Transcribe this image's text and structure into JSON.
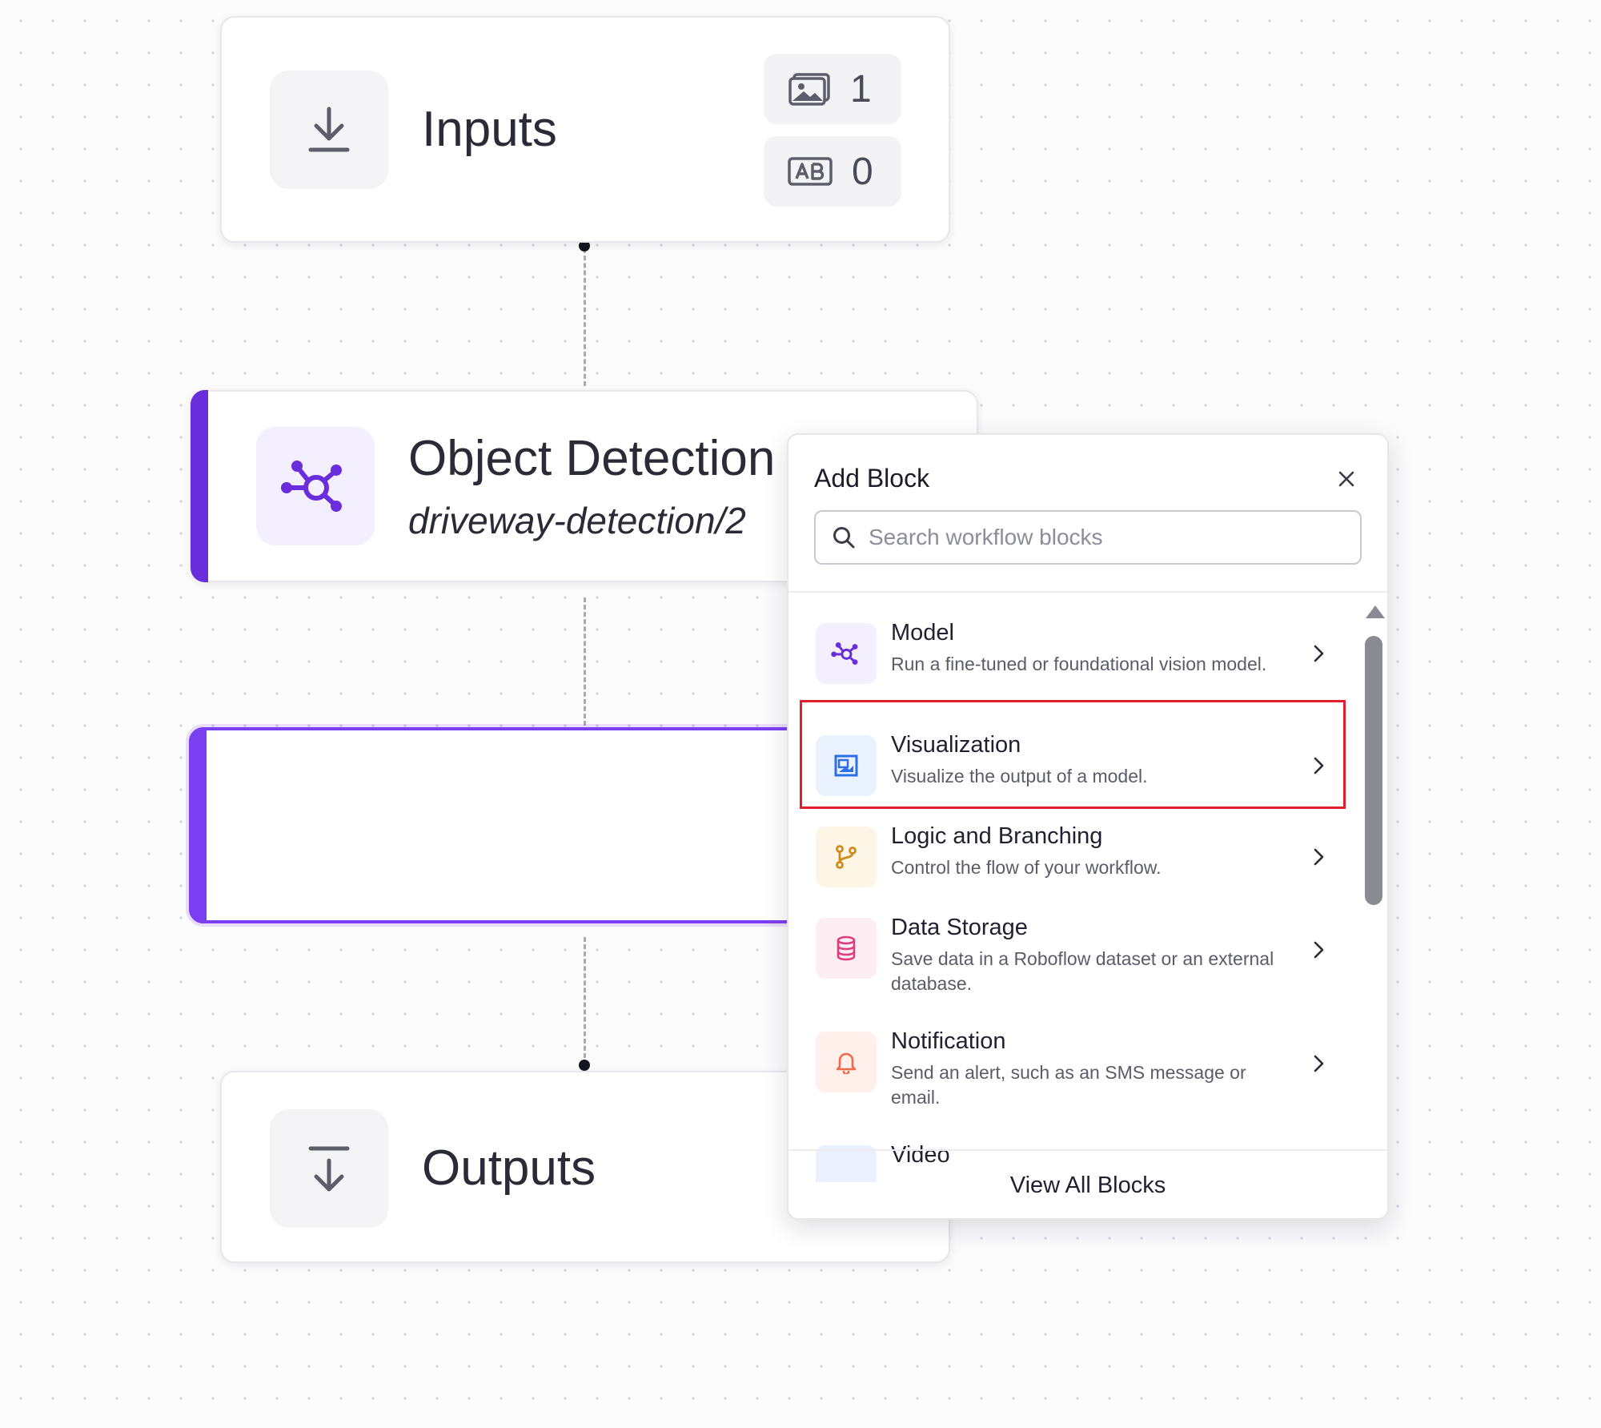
{
  "canvas": {
    "inputs_node": {
      "title": "Inputs",
      "image_count": "1",
      "text_count": "0",
      "icon": "download-icon"
    },
    "object_detection_node": {
      "title": "Object Detection",
      "subtitle": "driveway-detection/2",
      "icon": "model-network-icon",
      "accent_color": "#6a2ddc"
    },
    "placeholder_node": {
      "accent_color": "#7b3ff2"
    },
    "outputs_node": {
      "title": "Outputs",
      "icon": "upload-arrow-icon"
    }
  },
  "add_block_panel": {
    "title": "Add Block",
    "search_placeholder": "Search workflow blocks",
    "items": [
      {
        "title": "Model",
        "description": "Run a fine-tuned or foundational vision model.",
        "icon": "model-network-icon",
        "icon_bg": "#f3efff",
        "icon_color": "#6a2ddc"
      },
      {
        "title": "Visualization",
        "description": "Visualize the output of a model.",
        "icon": "image-frame-icon",
        "icon_bg": "#eaf2fe",
        "icon_color": "#2f6fe4"
      },
      {
        "title": "Logic and Branching",
        "description": "Control the flow of your workflow.",
        "icon": "git-branch-icon",
        "icon_bg": "#fdf6e6",
        "icon_color": "#d28a1c"
      },
      {
        "title": "Data Storage",
        "description": "Save data in a Roboflow dataset or an external database.",
        "icon": "database-icon",
        "icon_bg": "#fdeef4",
        "icon_color": "#df3b7e"
      },
      {
        "title": "Notification",
        "description": "Send an alert, such as an SMS message or email.",
        "icon": "bell-icon",
        "icon_bg": "#fff0ec",
        "icon_color": "#ef6a4b"
      },
      {
        "title": "Video",
        "icon_bg": "#eaf0fe"
      }
    ],
    "view_all_label": "View All Blocks",
    "highlight_color": "#e01e2d"
  }
}
